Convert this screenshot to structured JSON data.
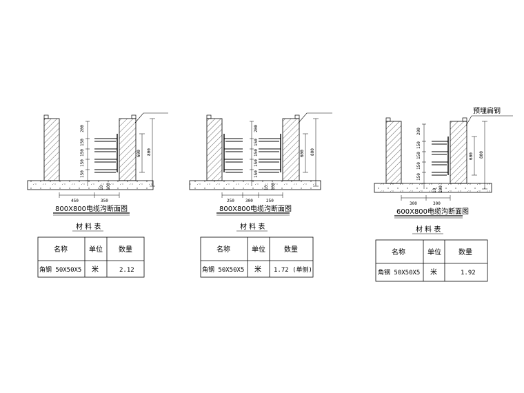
{
  "sections": [
    {
      "title": "800X800电缆沟断面图",
      "dims_v": [
        "200",
        "150",
        "150",
        "150",
        "150",
        "100"
      ],
      "dims_h": [
        "450",
        "350"
      ],
      "total_h": "800",
      "inner_h": "600",
      "small": "10",
      "table": {
        "title": "材 料 表",
        "headers": [
          "名称",
          "单位",
          "数量"
        ],
        "row": [
          "角钢 50X50X5",
          "米",
          "2.12"
        ]
      }
    },
    {
      "title": "800X800电缆沟断面图",
      "dims_v": [
        "200",
        "150",
        "150",
        "150",
        "150",
        "100"
      ],
      "dims_h": [
        "250",
        "300",
        "250"
      ],
      "total_h": "800",
      "inner_h": "600",
      "small": "10",
      "table": {
        "title": "材 料 表",
        "headers": [
          "名称",
          "单位",
          "数量"
        ],
        "row": [
          "角钢 50X50X5",
          "米",
          "1.72 (单侧)"
        ]
      }
    },
    {
      "title": "600X800电缆沟断面图",
      "callout": "预埋扁钢",
      "dims_v": [
        "200",
        "150",
        "150",
        "150",
        "150",
        "100"
      ],
      "dims_h": [
        "300",
        "300"
      ],
      "total_h": "800",
      "inner_h": "600",
      "small": "10",
      "table": {
        "title": "材 料 表",
        "headers": [
          "名称",
          "单位",
          "数量"
        ],
        "row": [
          "角钢 50X50X5",
          "米",
          "1.92"
        ]
      }
    }
  ]
}
